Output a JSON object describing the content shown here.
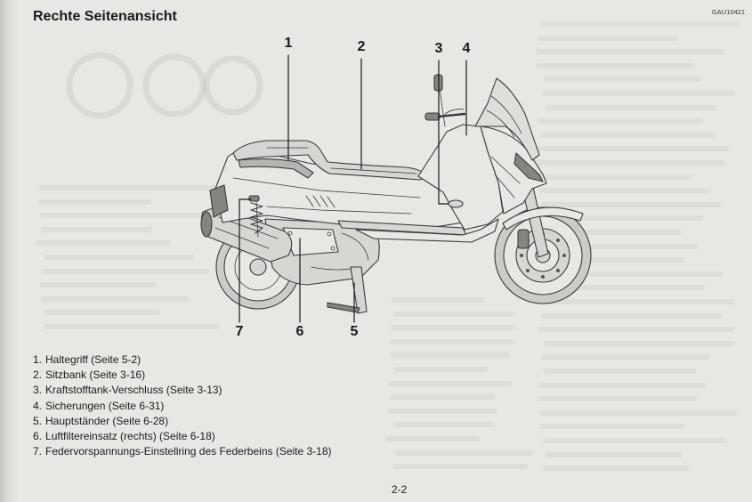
{
  "header": {
    "title": "Rechte Seitenansicht",
    "code": "GAU10421"
  },
  "callouts": [
    "1",
    "2",
    "3",
    "4",
    "5",
    "6",
    "7"
  ],
  "parts_list": [
    {
      "number": "1.",
      "label": "Haltegriff (Seite 5-2)"
    },
    {
      "number": "2.",
      "label": "Sitzbank (Seite 3-16)"
    },
    {
      "number": "3.",
      "label": "Kraftstofftank-Verschluss (Seite 3-13)"
    },
    {
      "number": "4.",
      "label": "Sicherungen (Seite 6-31)"
    },
    {
      "number": "5.",
      "label": "Hauptständer (Seite 6-28)"
    },
    {
      "number": "6.",
      "label": "Luftfiltereinsatz (rechts) (Seite 6-18)"
    },
    {
      "number": "7.",
      "label": "Federvorspannungs-Einstellring des Federbeins (Seite 3-18)"
    }
  ],
  "footer": {
    "page_number": "2-2"
  },
  "colors": {
    "paper": "#e7e7e3",
    "ink": "#1a1a1a",
    "line_art": "#3a3a3a"
  }
}
